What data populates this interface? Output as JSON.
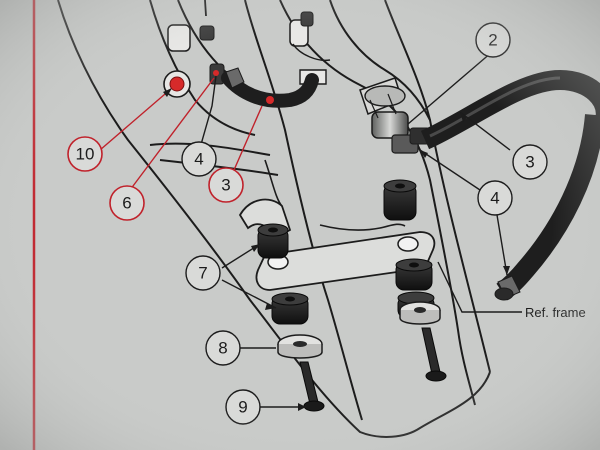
{
  "diagram": {
    "callouts": [
      {
        "id": "c10",
        "label": "10"
      },
      {
        "id": "c4a",
        "label": "4"
      },
      {
        "id": "c6",
        "label": "6"
      },
      {
        "id": "c3a",
        "label": "3"
      },
      {
        "id": "c2",
        "label": "2"
      },
      {
        "id": "c3b",
        "label": "3"
      },
      {
        "id": "c4b",
        "label": "4"
      },
      {
        "id": "c7",
        "label": "7"
      },
      {
        "id": "c8",
        "label": "8"
      },
      {
        "id": "c9",
        "label": "9"
      }
    ],
    "reference_label": "Ref. frame",
    "colors": {
      "background": "#c9cbc9",
      "margin_line": "#c0222b",
      "callout_leader_red": "#c0222b",
      "ink": "#1c1c1c",
      "hose": "#1e1e1e"
    }
  }
}
